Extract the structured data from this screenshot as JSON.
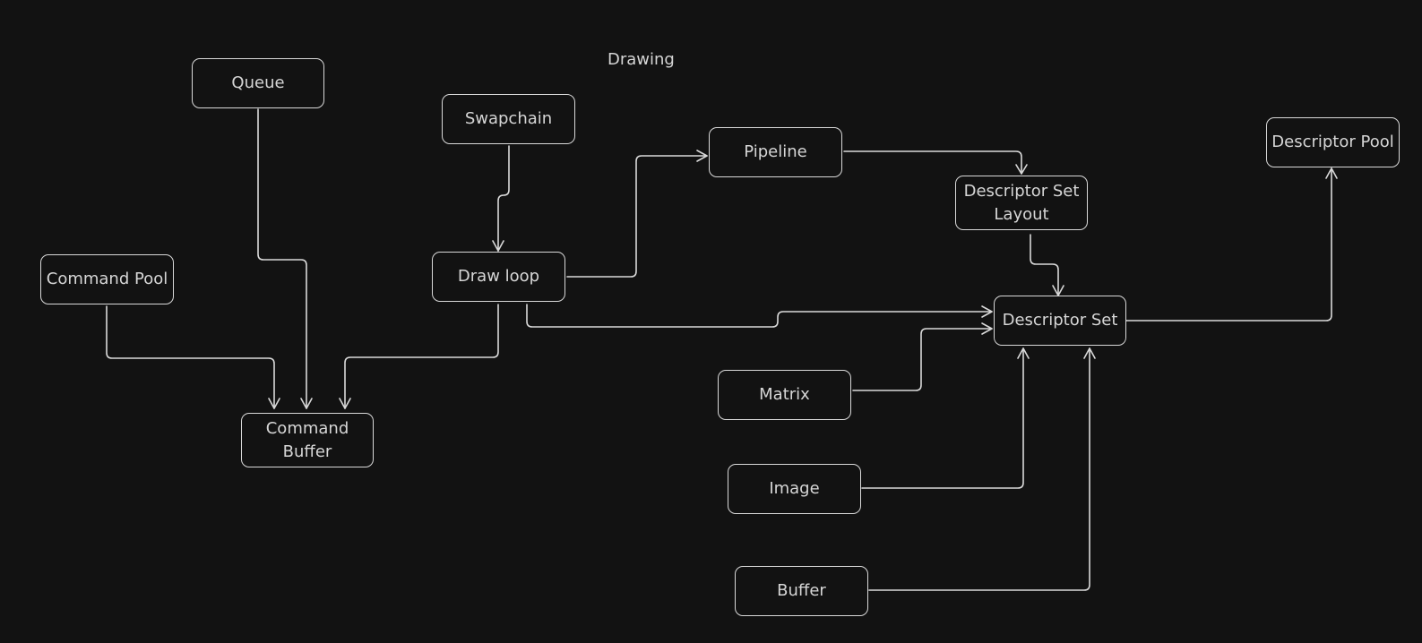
{
  "diagram": {
    "title": "Drawing",
    "colors": {
      "background": "#121212",
      "stroke": "#d9d9d9",
      "text": "#d6d6d6"
    },
    "nodes": {
      "queue": "Queue",
      "swapchain": "Swapchain",
      "pipeline": "Pipeline",
      "descriptor_pool": "Descriptor Pool",
      "descriptor_set_layout": "Descriptor Set\nLayout",
      "command_pool": "Command Pool",
      "draw_loop": "Draw loop",
      "descriptor_set": "Descriptor Set",
      "matrix": "Matrix",
      "command_buffer": "Command\nBuffer",
      "image": "Image",
      "buffer": "Buffer"
    },
    "edges": [
      {
        "from": "Queue",
        "to": "Command Buffer"
      },
      {
        "from": "Command Pool",
        "to": "Command Buffer"
      },
      {
        "from": "Draw loop",
        "to": "Command Buffer"
      },
      {
        "from": "Swapchain",
        "to": "Draw loop"
      },
      {
        "from": "Draw loop",
        "to": "Pipeline"
      },
      {
        "from": "Pipeline",
        "to": "Descriptor Set Layout"
      },
      {
        "from": "Descriptor Set Layout",
        "to": "Descriptor Set"
      },
      {
        "from": "Draw loop",
        "to": "Descriptor Set"
      },
      {
        "from": "Matrix",
        "to": "Descriptor Set"
      },
      {
        "from": "Image",
        "to": "Descriptor Set"
      },
      {
        "from": "Buffer",
        "to": "Descriptor Set"
      },
      {
        "from": "Descriptor Set",
        "to": "Descriptor Pool"
      }
    ]
  }
}
